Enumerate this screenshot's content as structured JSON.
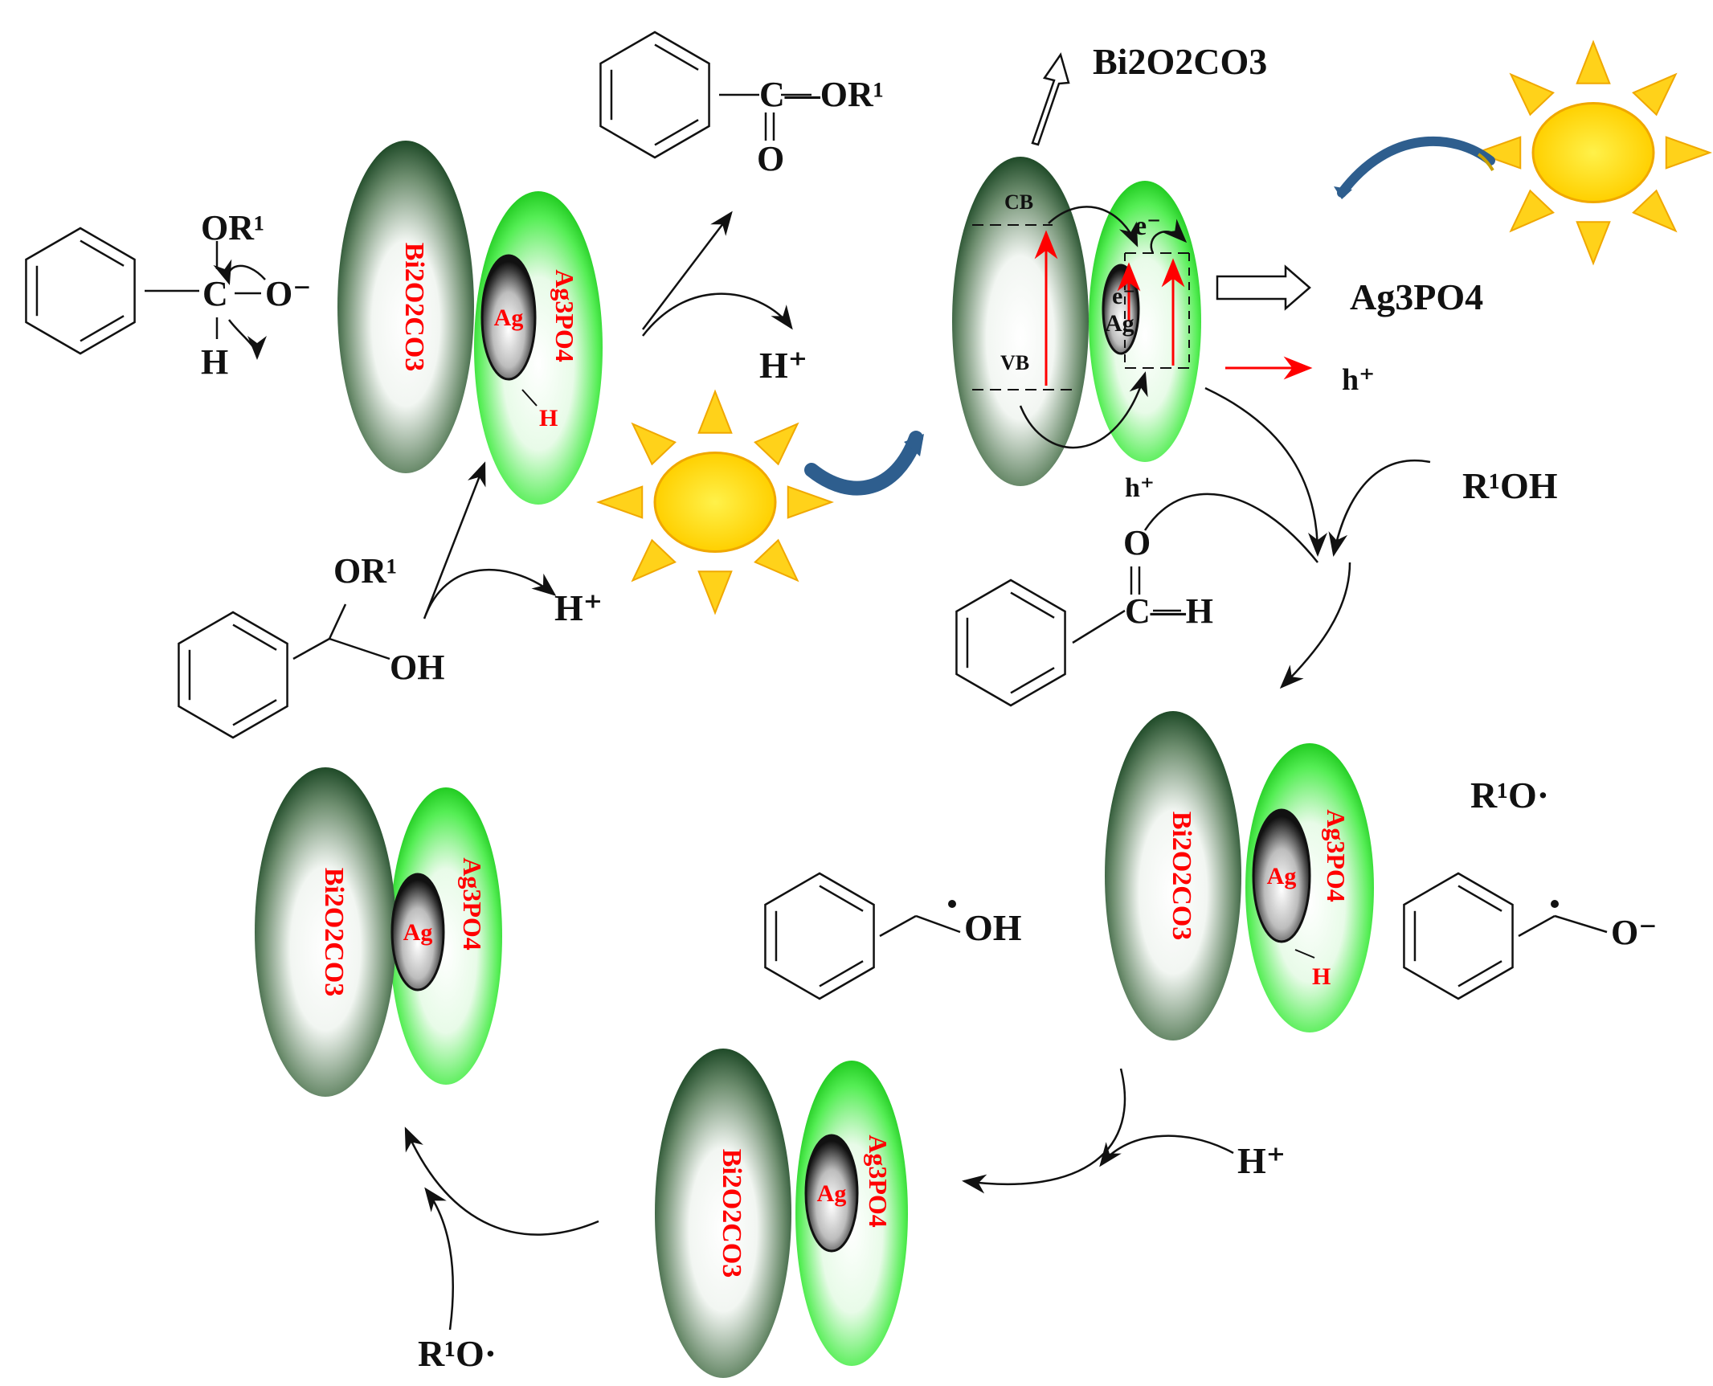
{
  "labels": {
    "bi2o2co3": "Bi2O2CO3",
    "ag3po4": "Ag3PO4",
    "ag": "Ag",
    "h": "H",
    "cb": "CB",
    "vb": "VB",
    "e_minus": "e⁻",
    "h_plus_hole": "h⁺",
    "h_plus": "H⁺",
    "r1oh": "R¹OH",
    "r1o_radical": "R¹O·",
    "or1": "OR¹",
    "oh": "OH",
    "o": "O",
    "o_minus": "O⁻",
    "c": "C",
    "ester_or1": "C—OR¹",
    "aldehyde_ch": "C—H",
    "alkoxide_o": "C—O⁻"
  },
  "colors": {
    "bi_dark": "#1f4a28",
    "ag3po4_green": "#22dd22",
    "ag_dark": "#222222",
    "sun_yellow": "#ffe21a",
    "sun_orange": "#ffb300",
    "curved_arrow_blue": "#2e5e8e",
    "text_red": "#ff0000"
  }
}
